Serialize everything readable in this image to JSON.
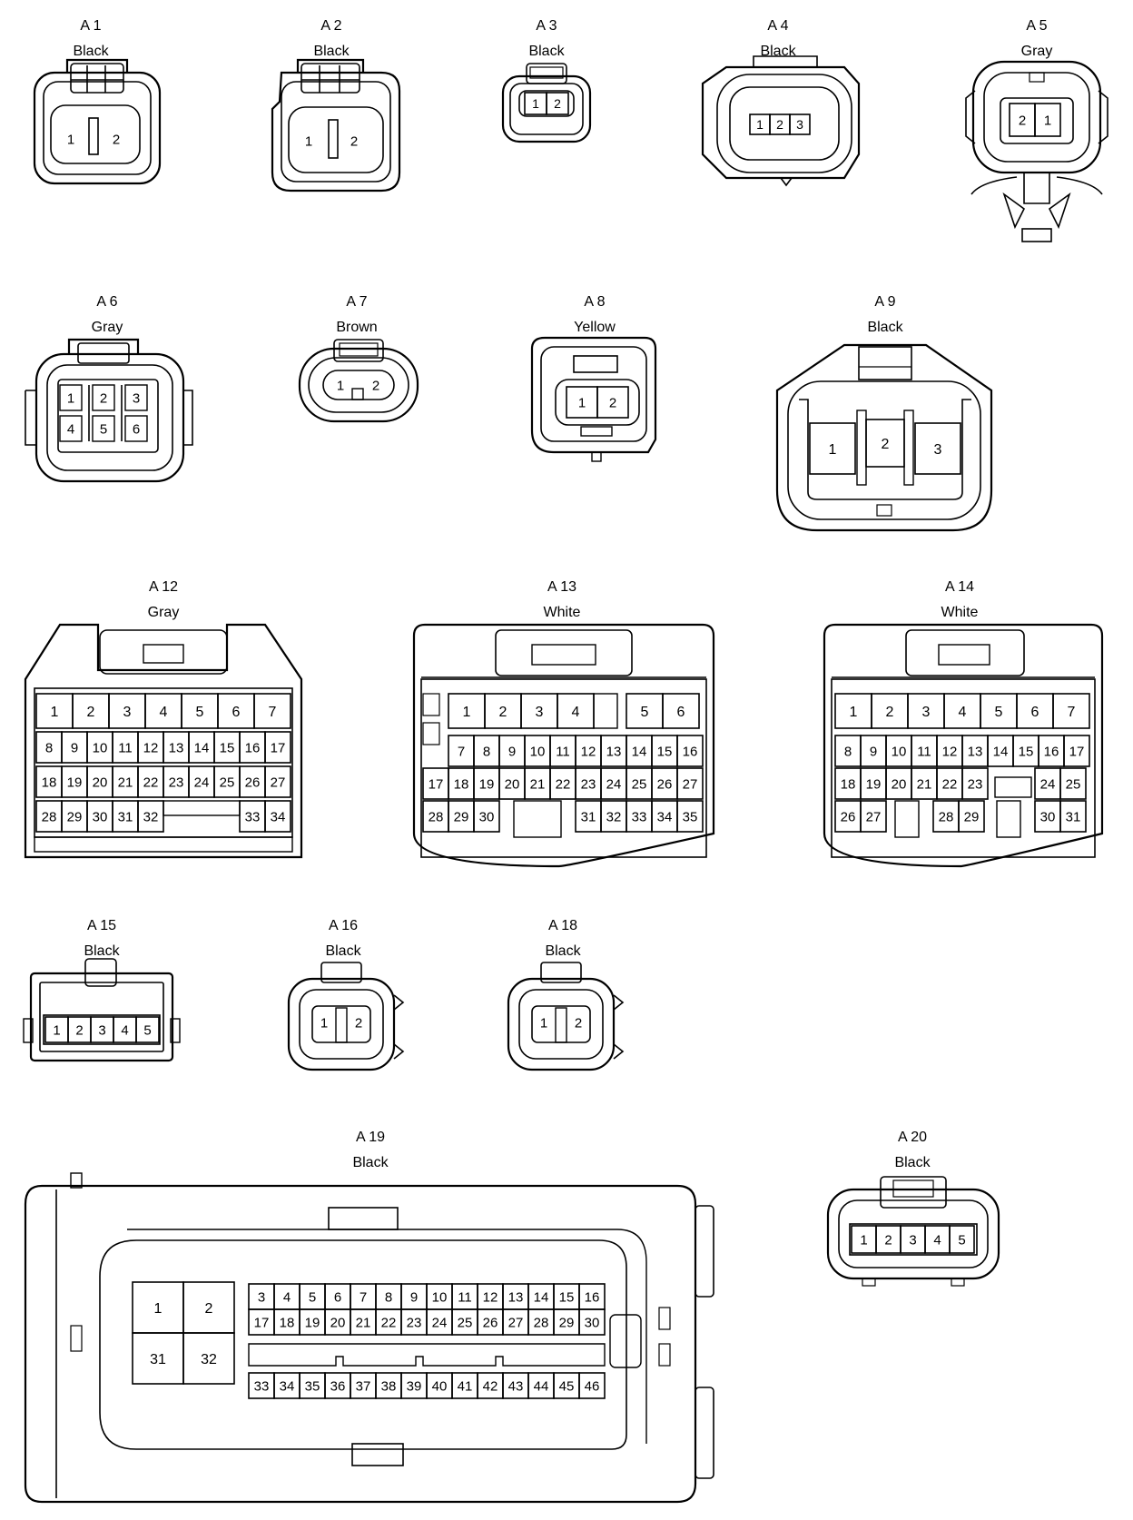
{
  "connectors": [
    {
      "id": "A 1",
      "color": "Black",
      "pins": [
        "1",
        "2"
      ]
    },
    {
      "id": "A 2",
      "color": "Black",
      "pins": [
        "1",
        "2"
      ]
    },
    {
      "id": "A 3",
      "color": "Black",
      "pins": [
        "1",
        "2"
      ]
    },
    {
      "id": "A 4",
      "color": "Black",
      "pins": [
        "1",
        "2",
        "3"
      ]
    },
    {
      "id": "A 5",
      "color": "Gray",
      "pins": [
        "2",
        "1"
      ]
    },
    {
      "id": "A 6",
      "color": "Gray",
      "pins": [
        "1",
        "2",
        "3",
        "4",
        "5",
        "6"
      ]
    },
    {
      "id": "A 7",
      "color": "Brown",
      "pins": [
        "1",
        "2"
      ]
    },
    {
      "id": "A 8",
      "color": "Yellow",
      "pins": [
        "1",
        "2"
      ]
    },
    {
      "id": "A 9",
      "color": "Black",
      "pins": [
        "1",
        "2",
        "3"
      ]
    },
    {
      "id": "A 12",
      "color": "Gray",
      "pins": [
        "1",
        "2",
        "3",
        "4",
        "5",
        "6",
        "7",
        "8",
        "9",
        "10",
        "11",
        "12",
        "13",
        "14",
        "15",
        "16",
        "17",
        "18",
        "19",
        "20",
        "21",
        "22",
        "23",
        "24",
        "25",
        "26",
        "27",
        "28",
        "29",
        "30",
        "31",
        "32",
        "33",
        "34"
      ]
    },
    {
      "id": "A 13",
      "color": "White",
      "pins": [
        "1",
        "2",
        "3",
        "4",
        "5",
        "6",
        "7",
        "8",
        "9",
        "10",
        "11",
        "12",
        "13",
        "14",
        "15",
        "16",
        "17",
        "18",
        "19",
        "20",
        "21",
        "22",
        "23",
        "24",
        "25",
        "26",
        "27",
        "28",
        "29",
        "30",
        "31",
        "32",
        "33",
        "34",
        "35"
      ]
    },
    {
      "id": "A 14",
      "color": "White",
      "pins": [
        "1",
        "2",
        "3",
        "4",
        "5",
        "6",
        "7",
        "8",
        "9",
        "10",
        "11",
        "12",
        "13",
        "14",
        "15",
        "16",
        "17",
        "18",
        "19",
        "20",
        "21",
        "22",
        "23",
        "24",
        "25",
        "26",
        "27",
        "28",
        "29",
        "30",
        "31"
      ]
    },
    {
      "id": "A 15",
      "color": "Black",
      "pins": [
        "1",
        "2",
        "3",
        "4",
        "5"
      ]
    },
    {
      "id": "A 16",
      "color": "Black",
      "pins": [
        "1",
        "2"
      ]
    },
    {
      "id": "A 18",
      "color": "Black",
      "pins": [
        "1",
        "2"
      ]
    },
    {
      "id": "A 19",
      "color": "Black",
      "pins": [
        "1",
        "2",
        "31",
        "32",
        "3",
        "4",
        "5",
        "6",
        "7",
        "8",
        "9",
        "10",
        "11",
        "12",
        "13",
        "14",
        "15",
        "16",
        "17",
        "18",
        "19",
        "20",
        "21",
        "22",
        "23",
        "24",
        "25",
        "26",
        "27",
        "28",
        "29",
        "30",
        "33",
        "34",
        "35",
        "36",
        "37",
        "38",
        "39",
        "40",
        "41",
        "42",
        "43",
        "44",
        "45",
        "46"
      ]
    },
    {
      "id": "A 20",
      "color": "Black",
      "pins": [
        "1",
        "2",
        "3",
        "4",
        "5"
      ]
    }
  ]
}
